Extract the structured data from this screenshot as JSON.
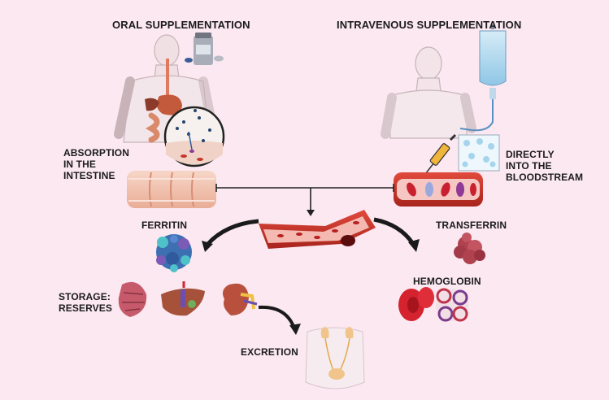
{
  "labels": {
    "oral": "ORAL SUPPLEMENTATION",
    "iv": "INTRAVENOUS SUPPLEMENTATION",
    "absorption": [
      "ABSORPTION",
      "IN THE",
      "INTESTINE"
    ],
    "directly": [
      "DIRECTLY",
      "INTO THE",
      "BLOODSTREAM"
    ],
    "ferritin": "FERRITIN",
    "transferrin": "TRANSFERRIN",
    "hemoglobin": "HEMOGLOBIN",
    "storage": [
      "STORAGE:",
      "RESERVES"
    ],
    "excretion": "EXCRETION"
  },
  "colors": {
    "background": "#fbe8f1",
    "blood_vessel": "#c0392b",
    "red_cell": "#d4222f",
    "intestine": "#f3c3b0",
    "ferritin": "#3d6fb3",
    "transferrin": "#b0424f",
    "iv_bag": "#a9d7ef"
  },
  "icons": [
    "human-body-icon",
    "pill-bottle-icon",
    "stomach-intestine-icon",
    "magnifier-icon",
    "iv-bag-icon",
    "syringe-icon",
    "intestine-icon",
    "blood-vessel-icon",
    "ferritin-protein-icon",
    "transferrin-protein-icon",
    "red-blood-cell-icon",
    "hemoglobin-protein-icon",
    "spleen-icon",
    "liver-icon",
    "kidney-icon",
    "urinary-tract-icon"
  ]
}
